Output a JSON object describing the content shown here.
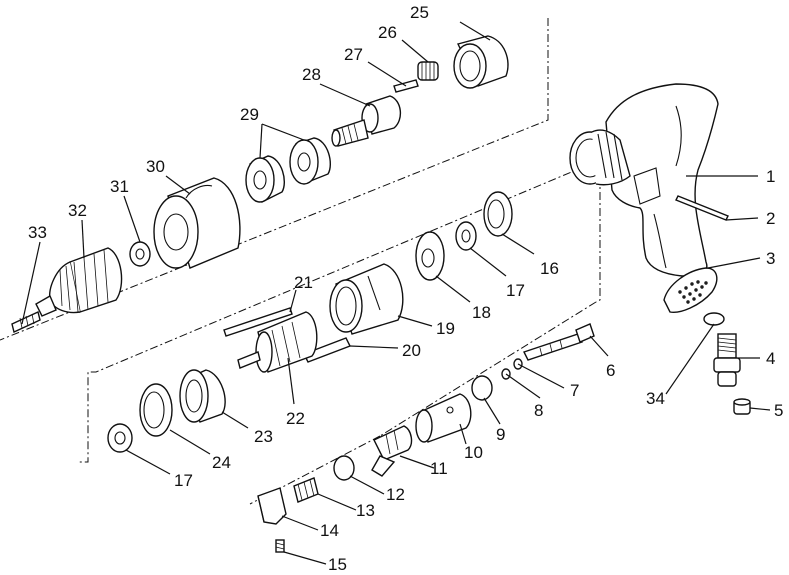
{
  "diagram": {
    "type": "exploded-parts-diagram",
    "parts": [
      {
        "id": "1",
        "label": "1"
      },
      {
        "id": "2",
        "label": "2"
      },
      {
        "id": "3",
        "label": "3"
      },
      {
        "id": "4",
        "label": "4"
      },
      {
        "id": "5",
        "label": "5"
      },
      {
        "id": "6",
        "label": "6"
      },
      {
        "id": "7",
        "label": "7"
      },
      {
        "id": "8",
        "label": "8"
      },
      {
        "id": "9",
        "label": "9"
      },
      {
        "id": "10",
        "label": "10"
      },
      {
        "id": "11",
        "label": "11"
      },
      {
        "id": "12",
        "label": "12"
      },
      {
        "id": "13",
        "label": "13"
      },
      {
        "id": "14",
        "label": "14"
      },
      {
        "id": "15",
        "label": "15"
      },
      {
        "id": "16",
        "label": "16"
      },
      {
        "id": "17a",
        "label": "17"
      },
      {
        "id": "17b",
        "label": "17"
      },
      {
        "id": "18",
        "label": "18"
      },
      {
        "id": "19",
        "label": "19"
      },
      {
        "id": "20",
        "label": "20"
      },
      {
        "id": "21",
        "label": "21"
      },
      {
        "id": "22",
        "label": "22"
      },
      {
        "id": "23",
        "label": "23"
      },
      {
        "id": "24",
        "label": "24"
      },
      {
        "id": "25",
        "label": "25"
      },
      {
        "id": "26",
        "label": "26"
      },
      {
        "id": "27",
        "label": "27"
      },
      {
        "id": "28",
        "label": "28"
      },
      {
        "id": "29",
        "label": "29"
      },
      {
        "id": "30",
        "label": "30"
      },
      {
        "id": "31",
        "label": "31"
      },
      {
        "id": "32",
        "label": "32"
      },
      {
        "id": "33",
        "label": "33"
      },
      {
        "id": "34",
        "label": "34"
      }
    ]
  }
}
